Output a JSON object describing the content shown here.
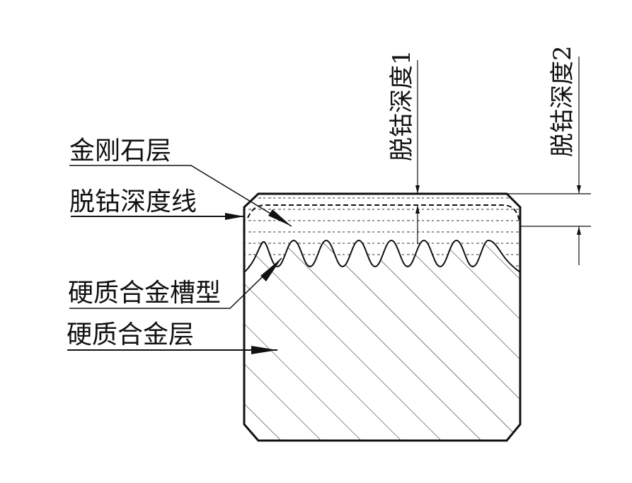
{
  "diagram": {
    "labels": {
      "diamond_layer": "金刚石层",
      "decobalt_depth_line": "脱钴深度线",
      "carbide_groove": "硬质合金槽型",
      "carbide_layer": "硬质合金层",
      "decobalt_depth_1": "脱钴深度1",
      "decobalt_depth_2": "脱钴深度2"
    },
    "colors": {
      "line": "#111111",
      "background": "#ffffff"
    }
  }
}
